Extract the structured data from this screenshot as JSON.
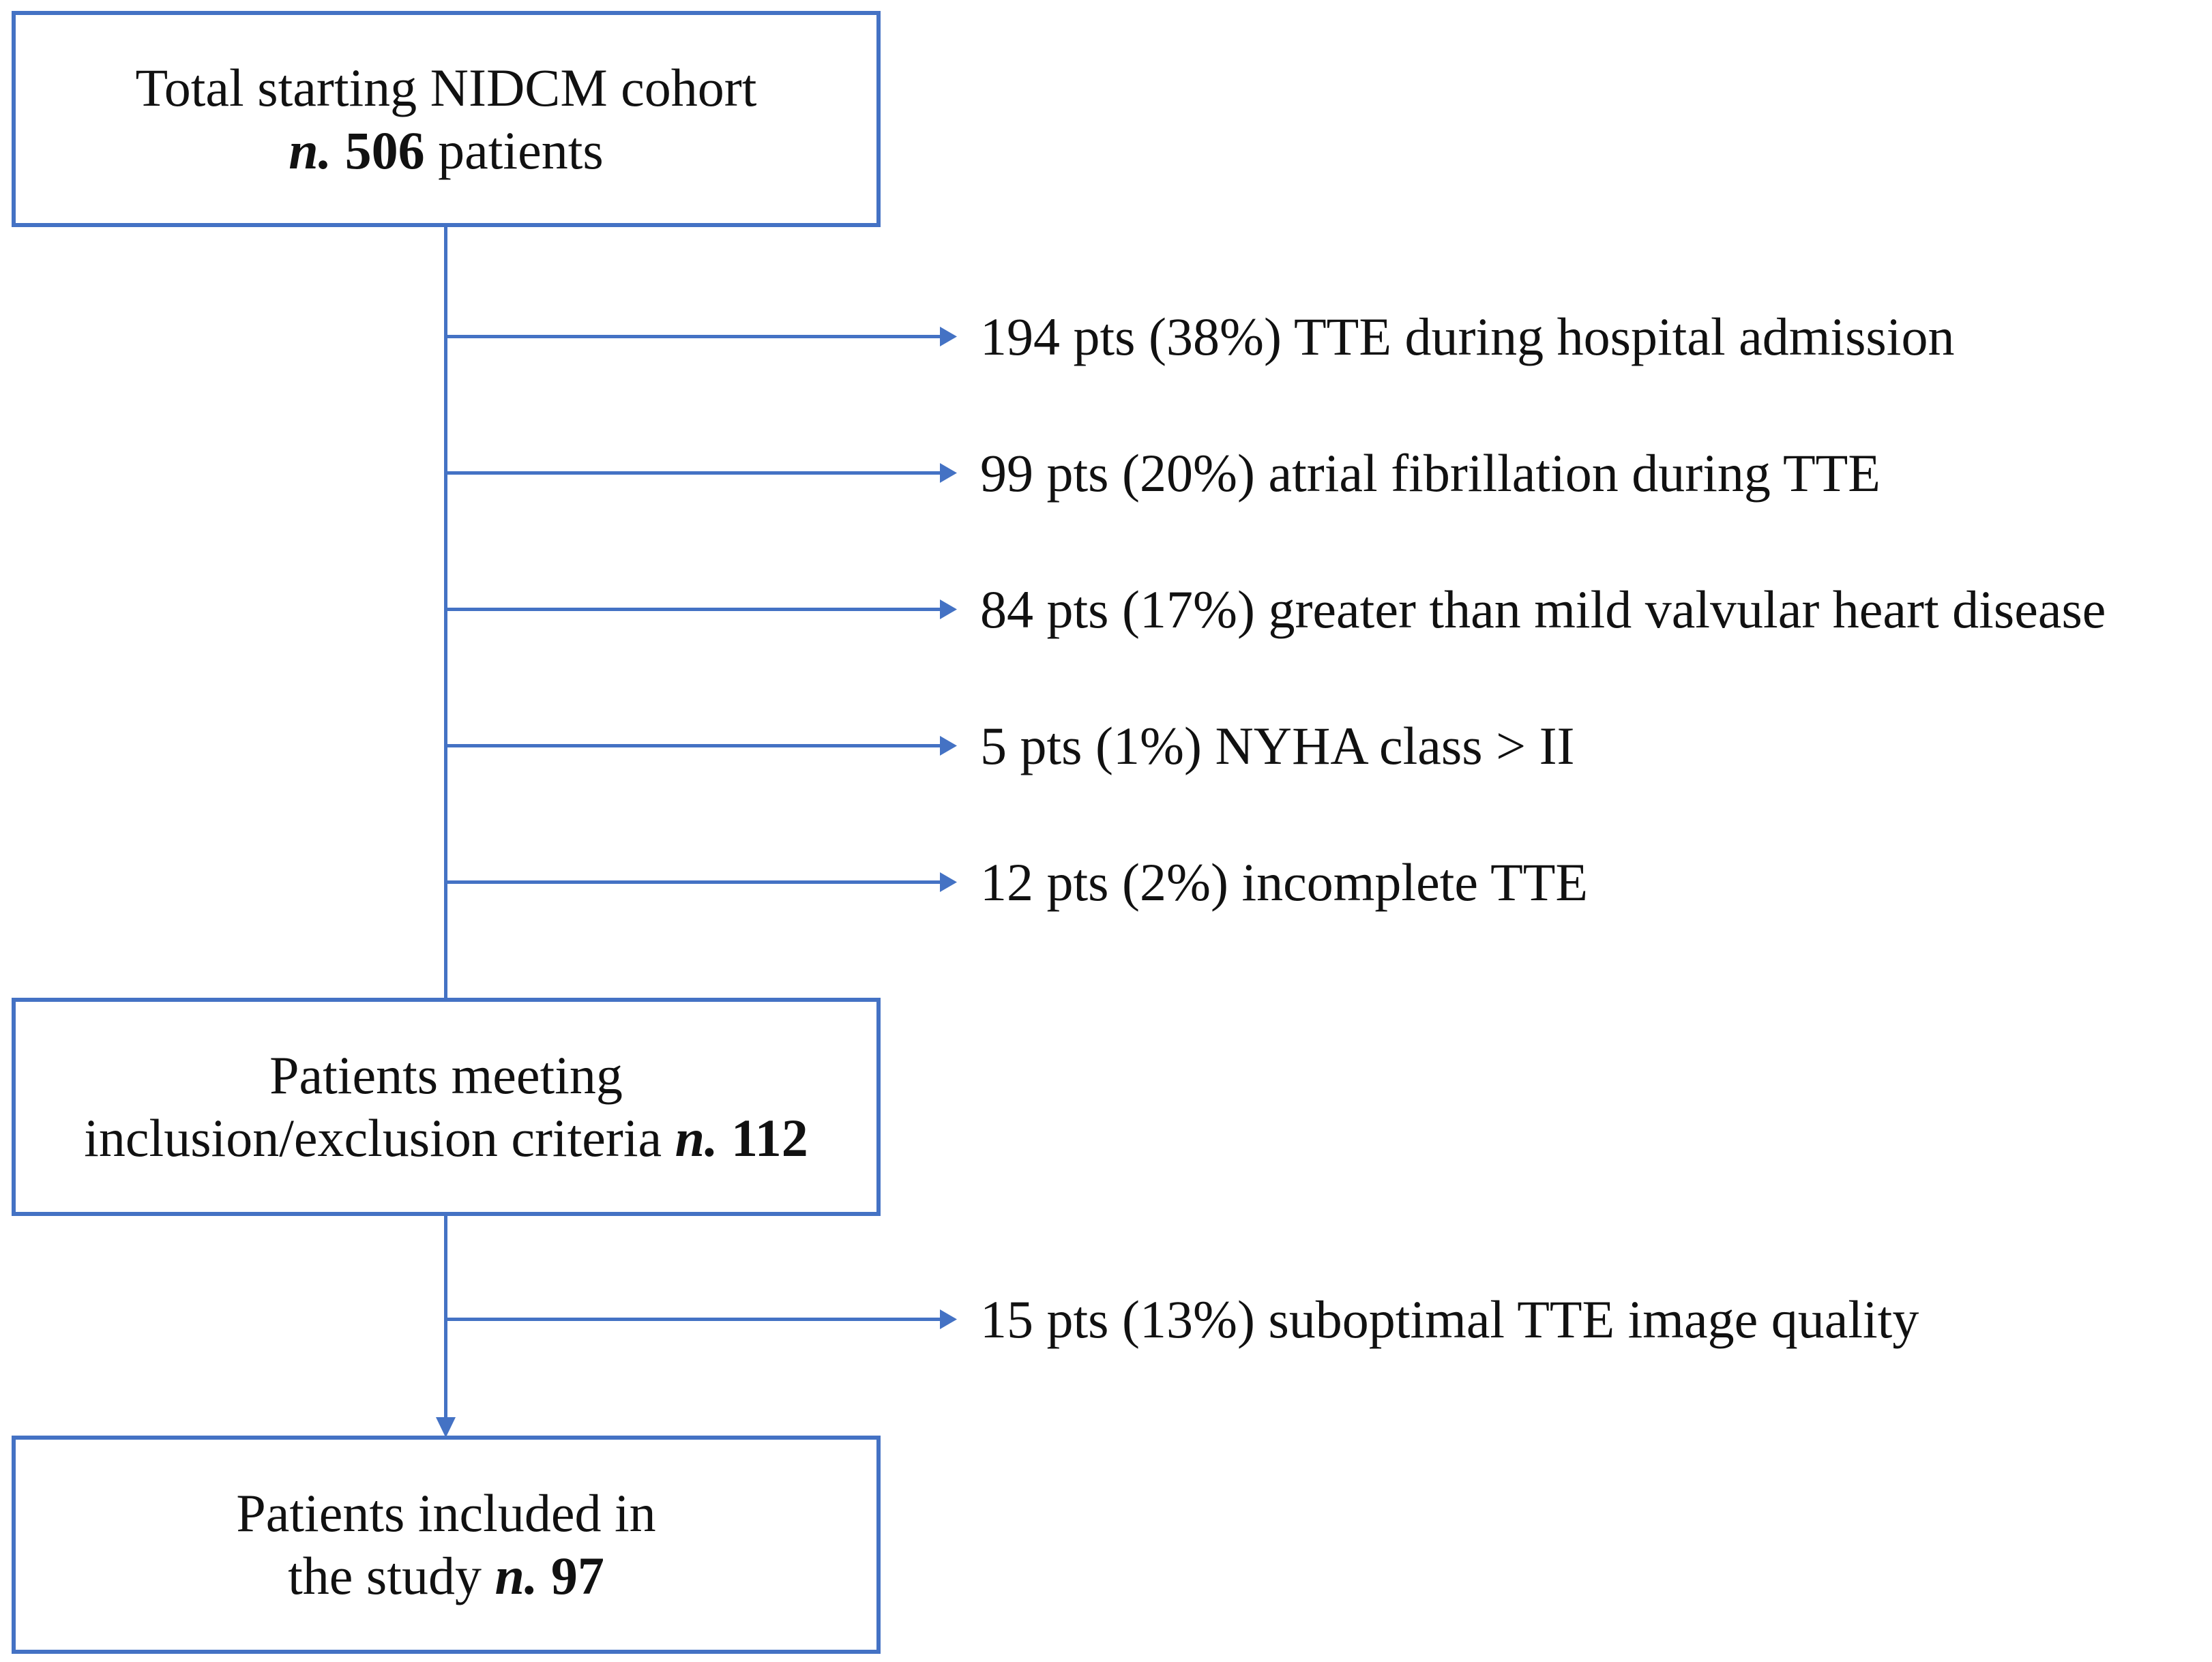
{
  "colors": {
    "border": "#4472c4",
    "connector": "#4472c4",
    "text": "#111111"
  },
  "boxes": {
    "start": {
      "line1": "Total starting NIDCM cohort",
      "n_label": "n.",
      "n_value": "506",
      "suffix": "patients"
    },
    "meeting": {
      "line1": "Patients meeting",
      "line2": "inclusion/exclusion criteria",
      "n_label": "n.",
      "n_value": "112"
    },
    "included": {
      "line1": "Patients included in",
      "line2": "the study",
      "n_label": "n.",
      "n_value": "97"
    }
  },
  "exclusions": [
    "194 pts (38%) TTE during hospital admission",
    "99 pts (20%) atrial fibrillation during TTE",
    "84 pts (17%) greater than mild valvular heart disease",
    "5 pts (1%) NYHA class > II",
    "12 pts (2%) incomplete TTE",
    "15 pts (13%) suboptimal TTE image quality"
  ]
}
